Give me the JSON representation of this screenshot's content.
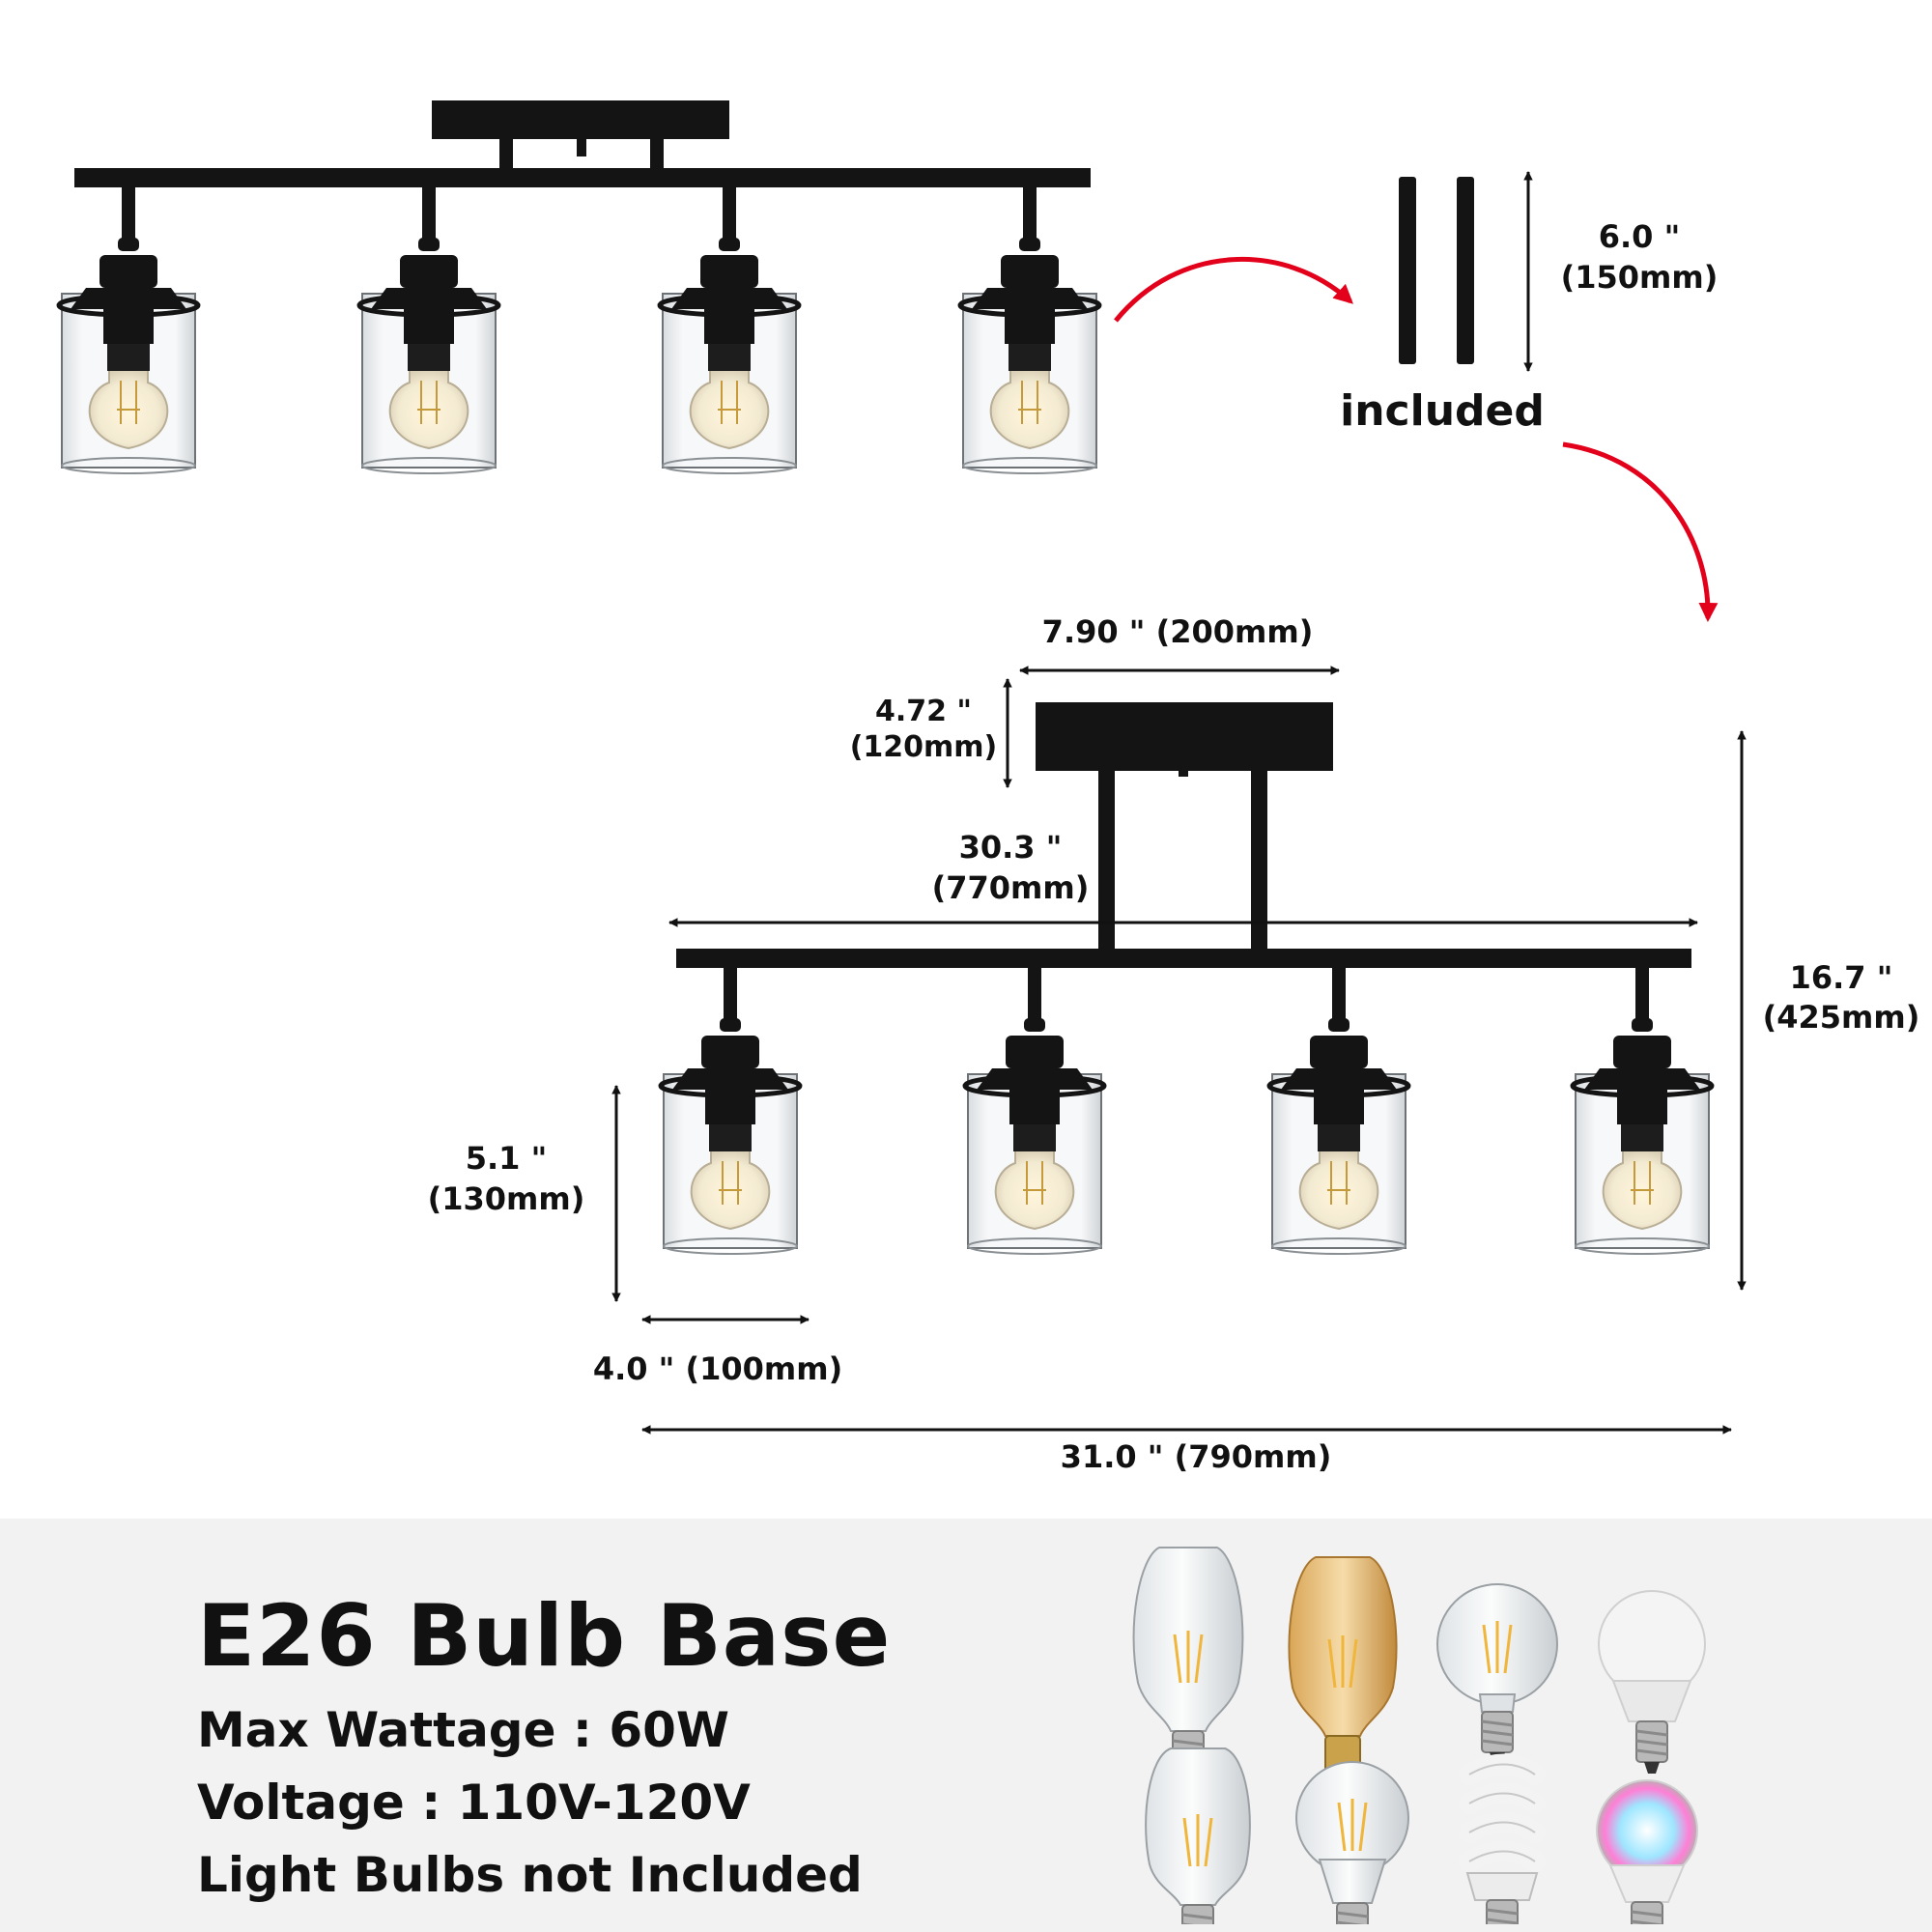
{
  "pipes": {
    "length": "6.0 \"",
    "length_mm": "(150mm)",
    "note": "included"
  },
  "dimensions": {
    "canopy_width": "7.90 \" (200mm)",
    "canopy_height": "4.72 \"",
    "canopy_height_mm": "(120mm)",
    "bar_length": "30.3 \"",
    "bar_length_mm": "(770mm)",
    "total_height": "16.7 \"",
    "total_height_mm": "(425mm)",
    "shade_height": "5.1 \"",
    "shade_height_mm": "(130mm)",
    "shade_width": "4.0 \" (100mm)",
    "total_width": "31.0 \" (790mm)"
  },
  "specs": {
    "title": "E26 Bulb Base",
    "wattage": "Max Wattage : 60W",
    "voltage": "Voltage : 110V-120V",
    "bulbs_note": "Light Bulbs not Included"
  },
  "colors": {
    "fixture": "#141414",
    "arrow": "#e3001b",
    "panel": "#f2f2f2"
  }
}
